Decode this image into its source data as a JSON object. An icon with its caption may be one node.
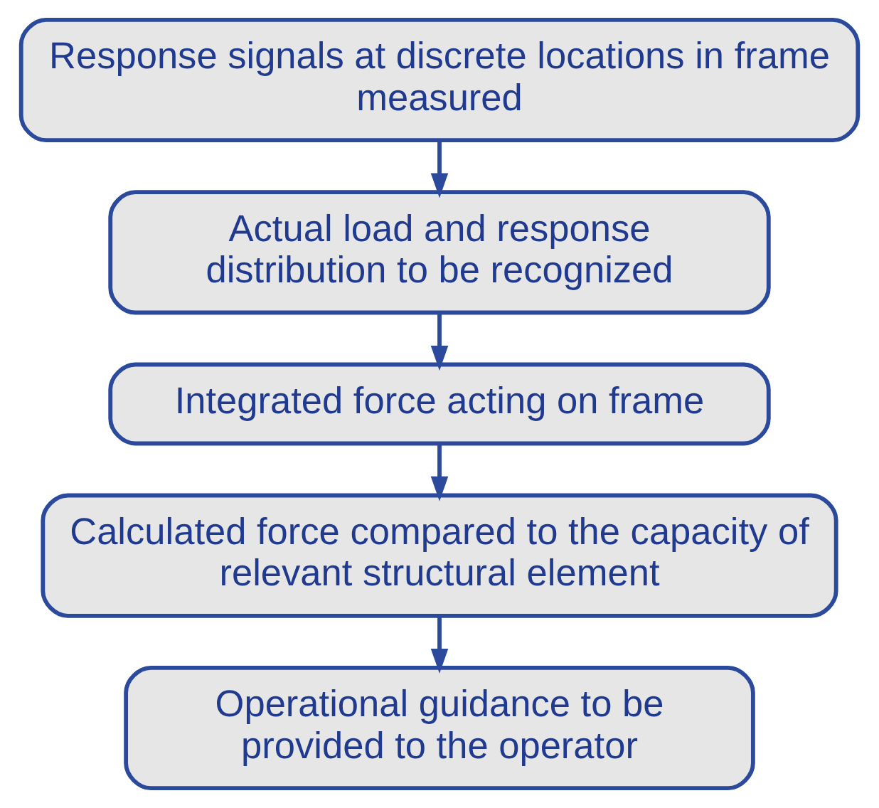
{
  "diagram": {
    "nodes": [
      {
        "text": [
          "Response signals at discrete locations in frame measured"
        ]
      },
      {
        "text": [
          "Actual load and response distribution to be recognized"
        ]
      },
      {
        "text": [
          "Integrated force acting on frame"
        ]
      },
      {
        "text": [
          "Calculated force compared to the capacity of relevant structural element"
        ]
      },
      {
        "text": [
          "Operational guidance to be provided to the operator"
        ]
      }
    ],
    "edges": [
      {
        "from": 0,
        "to": 1,
        "arrow": "to"
      },
      {
        "from": 1,
        "to": 2,
        "arrow": "to"
      },
      {
        "from": 2,
        "to": 3,
        "arrow": "to"
      },
      {
        "from": 3,
        "to": 4,
        "arrow": "to"
      }
    ]
  }
}
